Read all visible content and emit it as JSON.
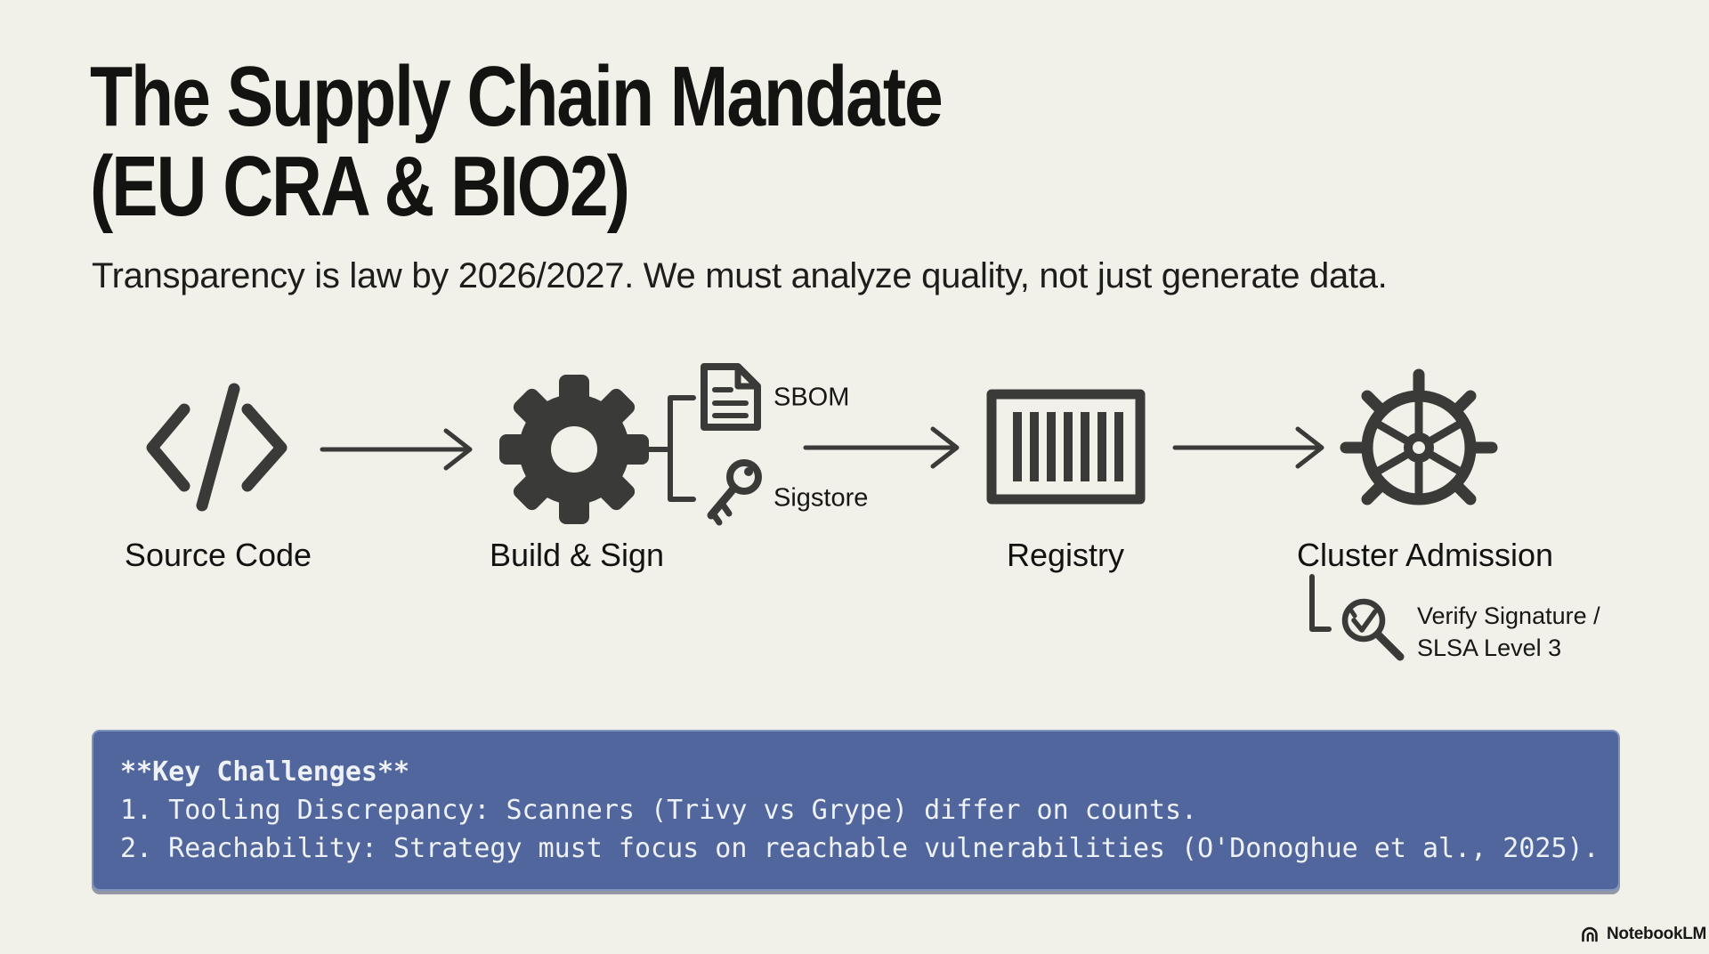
{
  "page": {
    "title_line1": "The Supply Chain Mandate",
    "title_line2": "(EU CRA & BIO2)",
    "subtitle": "Transparency is law by 2026/2027. We must analyze quality, not just generate data."
  },
  "colors": {
    "bg": "#f1f0e9",
    "ink": "#131311",
    "icon": "#3a3a38",
    "box_blue": "#51669c",
    "box_text": "#eef1f6"
  },
  "flow": {
    "nodes": [
      {
        "id": "source-code",
        "label": "Source Code",
        "icon": "code-icon"
      },
      {
        "id": "build-sign",
        "label": "Build & Sign",
        "icon": "gear-icon"
      },
      {
        "id": "registry",
        "label": "Registry",
        "icon": "container-registry-icon"
      },
      {
        "id": "cluster-admission",
        "label": "Cluster Admission",
        "icon": "ship-wheel-icon"
      }
    ],
    "artifacts": [
      {
        "id": "sbom",
        "label": "SBOM",
        "icon": "document-icon"
      },
      {
        "id": "sigstore",
        "label": "Sigstore",
        "icon": "key-icon"
      }
    ],
    "admission_note": {
      "line1": "Verify Signature /",
      "line2": "SLSA Level 3",
      "icon": "verify-magnifier-icon"
    }
  },
  "challenges": {
    "heading": "**Key Challenges**",
    "items": [
      "1. Tooling Discrepancy: Scanners (Trivy vs Grype) differ on counts.",
      "2. Reachability: Strategy must focus on reachable vulnerabilities (O'Donoghue et al., 2025)."
    ]
  },
  "watermark": {
    "label": "NotebookLM"
  }
}
